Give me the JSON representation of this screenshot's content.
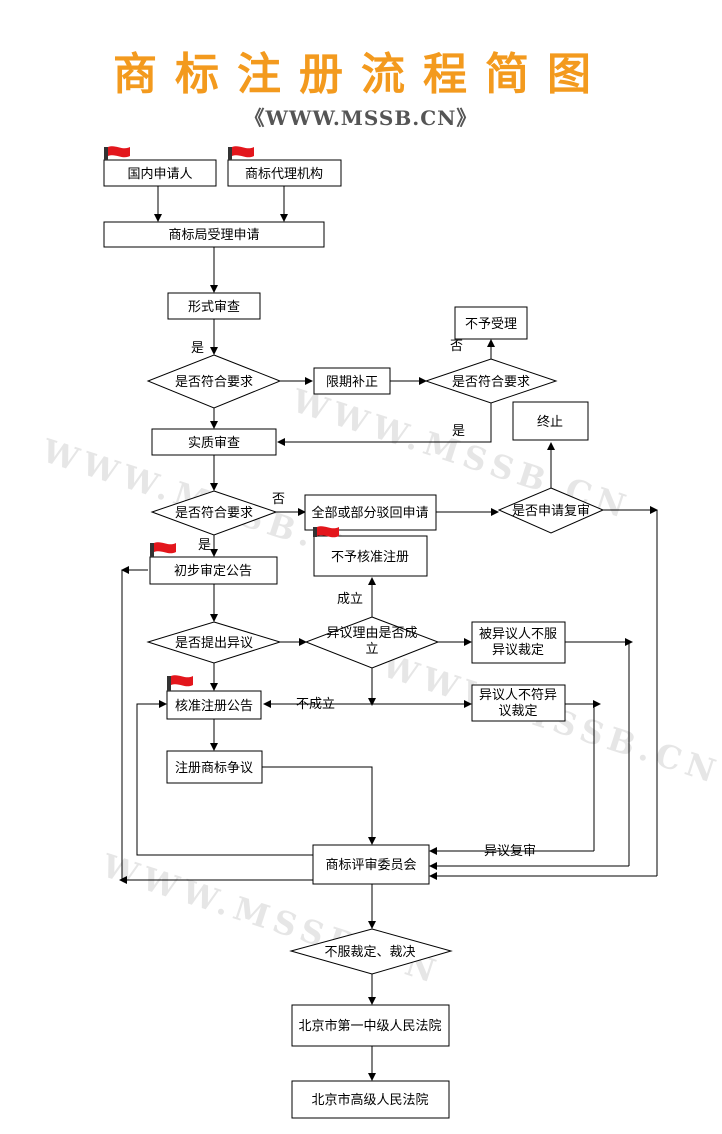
{
  "title": "商标注册流程简图",
  "site": "《WWW.MSSB.CN》",
  "watermark": "WWW.MSSB.CN",
  "colors": {
    "title": "#f39a1e",
    "flag": "#e3161c",
    "line": "#000000"
  },
  "nodes": {
    "domestic_applicant": "国内申请人",
    "agency": "商标代理机构",
    "office_accept": "商标局受理申请",
    "formal_exam": "形式审查",
    "meets_req_1": "是否符合要求",
    "supplement": "限期补正",
    "meets_req_2": "是否符合要求",
    "not_accepted": "不予受理",
    "substantive_exam": "实质审查",
    "terminate": "终止",
    "meets_req_3": "是否符合要求",
    "rejected": "全部或部分驳回申请",
    "apply_review": "是否申请复审",
    "prelim_publication": "初步审定公告",
    "not_approved": "不予核准注册",
    "opposition_filed": "是否提出异议",
    "opposition_valid": "异议理由是否成立",
    "opposed_disagree": "被异议人不服异议裁定",
    "approved_publication": "核准注册公告",
    "opposer_disagree": "异议人不符异议裁定",
    "registered_dispute": "注册商标争议",
    "trab": "商标评审委员会",
    "disagree_ruling": "不服裁定、裁决",
    "beijing_intermediate": "北京市第一中级人民法院",
    "beijing_high": "北京市高级人民法院"
  },
  "edge_labels": {
    "yes_1": "是",
    "no_1": "否",
    "yes_2": "是",
    "no_3": "否",
    "yes_3": "是",
    "established": "成立",
    "not_established": "不成立",
    "opposition_review": "异议复审"
  }
}
